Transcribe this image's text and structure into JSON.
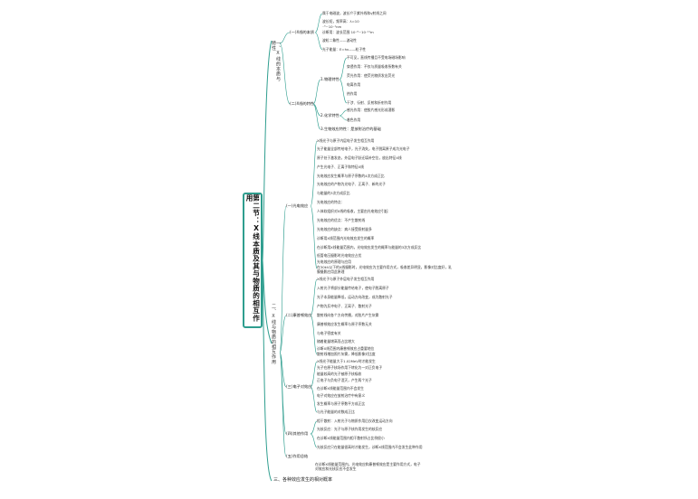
{
  "title": "第二节：X线本质及其与物质的相互作用",
  "colors": {
    "branch": "#2f9e8f",
    "root_border": "#2f9e8f"
  },
  "section1": {
    "label": "一、X线的本质与特性",
    "nature": {
      "label": "(一)X线的本质",
      "items": [
        "属于电磁波，波长介于紫外线和γ射线之间",
        "波长短，频率高：λ=10",
        "⁻⁶~10⁻¹nm",
        "诊断用：波长范围  10⁻⁸~10⁻¹¹m",
        "波粒二象性——波动性",
        "光子能量：E=hν——粒子性"
      ]
    },
    "props": {
      "label": "(二)X线的特性",
      "physical": {
        "label": "1.物理特性",
        "items": [
          "不可见，直线传播且不受电场磁场影响",
          "穿透作用：不仅与质量吸收系数有关",
          "荧光作用：使荧光物质发出荧光",
          "电离作用",
          "热作用",
          "干涉、衍射、反射和折射作用"
        ]
      },
      "chemical": {
        "label": "2.化学特性",
        "items": [
          "感光作用：使胶片感光形成潜影",
          "着色作用"
        ]
      },
      "bio": "3.生物效应特性：是放射治疗的基础"
    }
  },
  "section2": {
    "label": "二、X线与物质的相互作用",
    "photoelectric": {
      "label": "(一)光电效应",
      "items": [
        "X线光子与原子内层电子发生相互作用",
        "光子能量全部传给电子，光子消失，电子脱离原子成为光电子",
        "原子处于激发态，外层电子跃迁填补空位，放出特征X线",
        "产生光电子、正离子和特征X线",
        "光电效应发生概率与原子序数的4次方成正比",
        "光电效应的产物为光电子、正离子、新的光子",
        "与能量的3次方成反比",
        "光电效应的特点：",
        "人体软组织对X线的吸收，主要由光电效应引起",
        "光电效应的优点：不产生散射线",
        "光电效应的缺点：病人接受照射量多",
        "诊断用X线范围内光电效应发生的概率",
        "在诊断用X线能量范围内，光电效应发生的概率与能量的3次方成反比",
        "低管电压摄影时光电效应占优",
        "光电效应的原理与应用",
        "在30kV以下的X线摄影时，光电效应为主要作用方式，吸收差异明显，影像对比度好，乳腺摄影应用此原理"
      ]
    },
    "compton": {
      "label": "(二)康普顿效应",
      "items": [
        "X线光子与原子外层电子发生相互作用",
        "入射光子将部分能量传给电子，使电子脱离原子",
        "光子本身能量降低，运动方向改变，成为散射光子",
        "产物为反冲电子、正离子、散射光子",
        "散射线向各个方向传播，对胶片产生灰雾",
        "康普顿效应发生概率与原子序数无关",
        "与电子密度有关",
        "随着能量增高而占比增大",
        "诊断X线范围内康普顿效应占重要地位",
        "散射线增加照片灰雾，降低影像对比度"
      ]
    },
    "pair": {
      "label": "(三)电子对效应",
      "items": [
        "X线光子能量大于1.02MeV时才能发生",
        "光子在原子核场作用下转化为一对正负电子",
        "能量较高的光子被原子核吸收",
        "正电子与负电子湮灭，产生两个光子",
        "在诊断X线能量范围内不会发生",
        "电子对效应在放射治疗中有意义",
        "发生概率与原子序数平方成正比",
        "与光子能量的对数成正比"
      ]
    },
    "other": {
      "label": "(四)其他作用",
      "items": [
        "相干散射：入射光子与物质作用后仅改变运动方向",
        "光核反应：光子与原子核作用发生的核反应",
        "在诊断X线能量范围内相干散射所占比例很小",
        "光核反应只在能量很高时才能发生，诊断X线范围内不会发生此种作用"
      ]
    },
    "summary": {
      "label": "(五)作用总结",
      "text": "在诊断X线能量范围内，光电效应和康普顿效应是主要作用方式，电子对效应和光核反应不会发生"
    }
  },
  "section3": {
    "label": "三、各种效应发生的相对概率"
  }
}
